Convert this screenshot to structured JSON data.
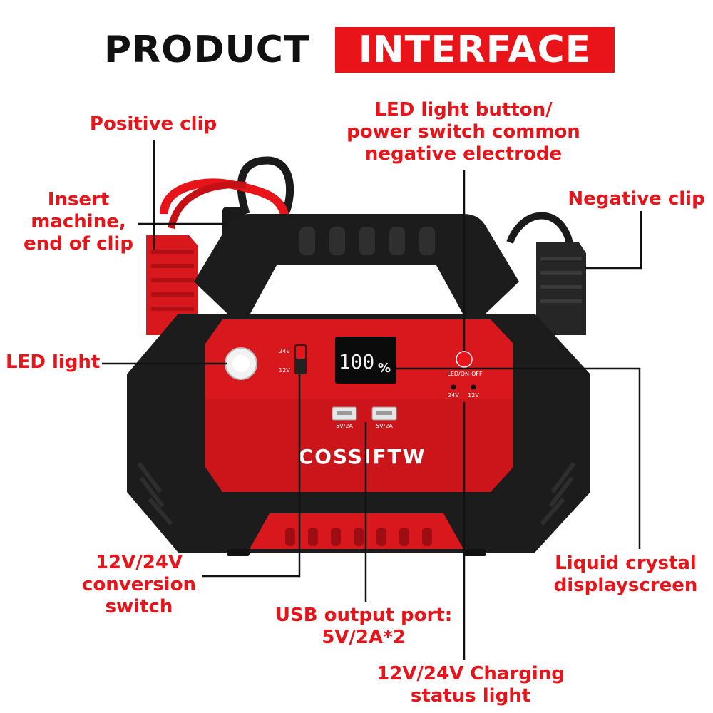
{
  "title": {
    "part1": "PRODUCT",
    "part2": "INTERFACE"
  },
  "callouts": {
    "positive_clip": "Positive clip",
    "insert_machine": [
      "Insert",
      "machine,",
      "end of clip"
    ],
    "led_button": [
      "LED light button/",
      "power switch common",
      "negative electrode"
    ],
    "negative_clip": "Negative clip",
    "led_light": "LED light",
    "conversion_switch": [
      "12V/24V",
      "conversion",
      "switch"
    ],
    "usb_port": [
      "USB output port:",
      "5V/2A*2"
    ],
    "charging_light": [
      "12V/24V Charging",
      "status light"
    ],
    "lcd": [
      "Liquid crystal",
      "displayscreen"
    ]
  },
  "device": {
    "brand": "COSSIFTW",
    "display_value": "100",
    "display_unit": "%",
    "switch_top": "24V",
    "switch_bottom": "12V",
    "power_label": "LED/ON-OFF",
    "indicator_24": "24V",
    "indicator_12": "12V",
    "usb1": "5V/2A",
    "usb2": "5V/2A"
  },
  "colors": {
    "accent_red": "#e8141a",
    "body_black": "#1c1c1c",
    "panel_red": "#d8181d"
  },
  "icons": [
    "led-lamp-icon",
    "power-button-icon",
    "usb-port-icon",
    "indicator-dot-icon"
  ]
}
